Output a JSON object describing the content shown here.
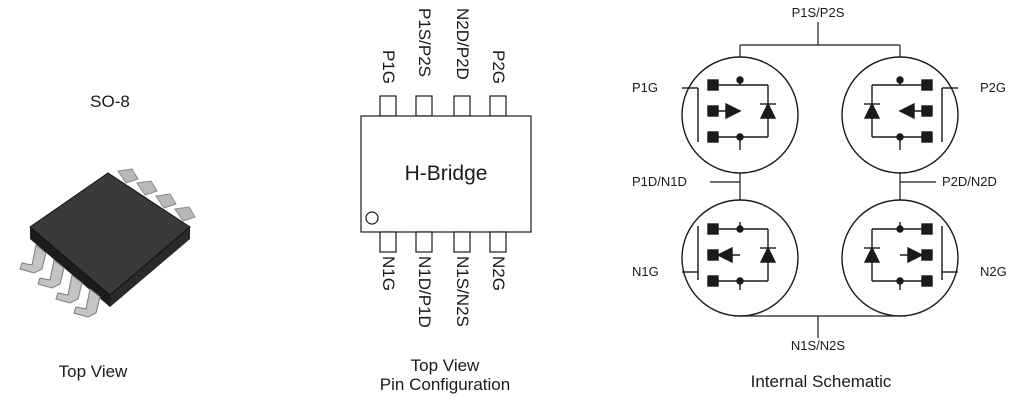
{
  "package": {
    "name": "SO-8",
    "view_caption": "Top View"
  },
  "pin_configuration": {
    "chip_label": "H-Bridge",
    "top_pins": [
      "P1G",
      "P1S/P2S",
      "N2D/P2D",
      "P2G"
    ],
    "bottom_pins": [
      "N1G",
      "N1D/P1D",
      "N1S/N2S",
      "N2G"
    ],
    "caption_line1": "Top View",
    "caption_line2": "Pin Configuration"
  },
  "schematic": {
    "labels": {
      "top_rail": "P1S/P2S",
      "bottom_rail": "N1S/N2S",
      "p1g": "P1G",
      "p2g": "P2G",
      "n1g": "N1G",
      "n2g": "N2G",
      "left_mid": "P1D/N1D",
      "right_mid": "P2D/N2D"
    },
    "caption": "Internal Schematic"
  }
}
